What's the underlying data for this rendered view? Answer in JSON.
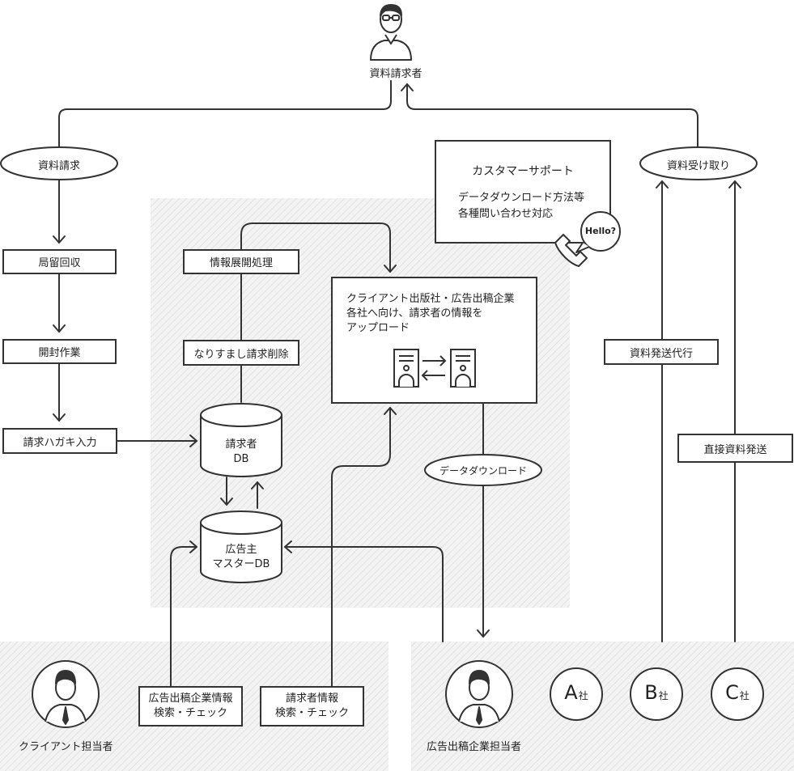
{
  "people": {
    "requester": "資料請求者",
    "client": "クライアント担当者",
    "advertiser": "広告出稿企業担当者"
  },
  "left_flow": {
    "request": "資料請求",
    "receive": "局留回収",
    "open": "開封作業",
    "input": "請求ハガキ入力"
  },
  "center": {
    "expand": "情報展開処理",
    "spoof_delete": "なりすまし請求削除",
    "requester_db": [
      "請求者",
      "DB"
    ],
    "master_db": [
      "広告主",
      "マスターDB"
    ],
    "upload": [
      "クライアント出版社・広告出稿企業",
      "各社へ向け、請求者の情報を",
      "アップロード"
    ],
    "download": "データダウンロード"
  },
  "support": {
    "title": "カスタマーサポート",
    "lines": [
      "データダウンロード方法等",
      "各種問い合わせ対応"
    ],
    "bubble": "Hello?"
  },
  "right_flow": {
    "receive": "資料受け取り",
    "proxy_send": "資料発送代行",
    "direct_send": "直接資料発送"
  },
  "bottom": {
    "advertiser_check": [
      "広告出稿企業情報",
      "検索・チェック"
    ],
    "requester_check": [
      "請求者情報",
      "検索・チェック"
    ]
  },
  "companies": [
    {
      "letter": "A",
      "suffix": "社"
    },
    {
      "letter": "B",
      "suffix": "社"
    },
    {
      "letter": "C",
      "suffix": "社"
    }
  ],
  "colors": {
    "line": "#333333",
    "hatch": "#d6d6d6",
    "fill": "#ffffff"
  }
}
